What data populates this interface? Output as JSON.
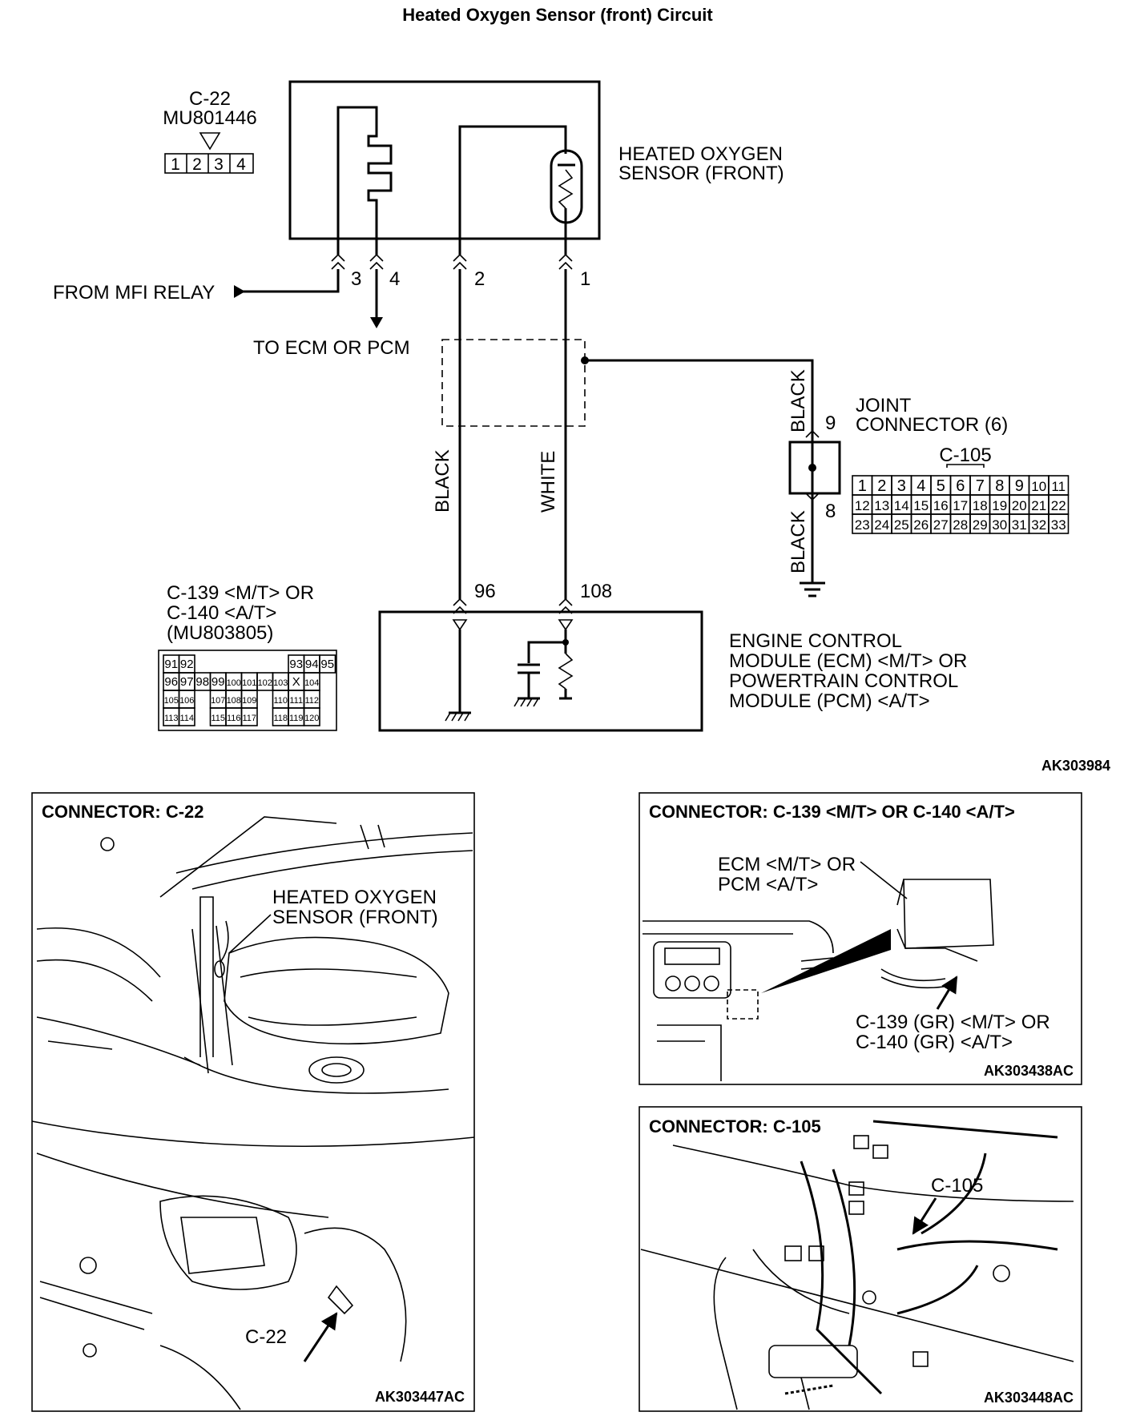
{
  "title": "Heated Oxygen Sensor (front) Circuit",
  "figure_code": "AK303984",
  "connector_c22": {
    "label": "C-22",
    "part_number": "MU801446",
    "pins": [
      "1",
      "2",
      "3",
      "4"
    ]
  },
  "sensor": {
    "label_line1": "HEATED OXYGEN",
    "label_line2": "SENSOR (FRONT)"
  },
  "sensor_pins": {
    "p3": "3",
    "p4": "4",
    "p2": "2",
    "p1": "1"
  },
  "from_mfi_relay": "FROM MFI RELAY",
  "to_ecm_pcm": "TO ECM OR PCM",
  "wire_colors": {
    "black_left": "BLACK",
    "white": "WHITE",
    "black_top": "BLACK",
    "black_bottom": "BLACK"
  },
  "joint_connector": {
    "label_line1": "JOINT",
    "label_line2": "CONNECTOR (6)",
    "id": "C-105",
    "pin_upper": "9",
    "pin_lower": "8",
    "rows": [
      [
        "1",
        "2",
        "3",
        "4",
        "5",
        "6",
        "7",
        "8",
        "9",
        "10",
        "11"
      ],
      [
        "12",
        "13",
        "14",
        "15",
        "16",
        "17",
        "18",
        "19",
        "20",
        "21",
        "22"
      ],
      [
        "23",
        "24",
        "25",
        "26",
        "27",
        "28",
        "29",
        "30",
        "31",
        "32",
        "33"
      ]
    ]
  },
  "ecm_connector": {
    "line1": "C-139 <M/T> OR",
    "line2": "C-140 <A/T>",
    "line3": "(MU803805)",
    "rows": [
      [
        "91",
        "92",
        "",
        "",
        "",
        "",
        "",
        "",
        "93",
        "94",
        "95"
      ],
      [
        "96",
        "97",
        "98",
        "99",
        "100",
        "101",
        "102",
        "103",
        "X",
        "104"
      ],
      [
        "105",
        "106",
        "",
        "107",
        "108",
        "109",
        "",
        "110",
        "111",
        "112"
      ],
      [
        "113",
        "114",
        "",
        "115",
        "116",
        "117",
        "",
        "118",
        "119",
        "120"
      ]
    ]
  },
  "ecm_pins": {
    "p96": "96",
    "p108": "108"
  },
  "ecm": {
    "line1": "ENGINE CONTROL",
    "line2": "MODULE (ECM) <M/T> OR",
    "line3": "POWERTRAIN CONTROL",
    "line4": "MODULE (PCM) <A/T>"
  },
  "panel_c22": {
    "title": "CONNECTOR: C-22",
    "callout_line1": "HEATED OXYGEN",
    "callout_line2": "SENSOR (FRONT)",
    "pointer_label": "C-22",
    "code": "AK303447AC"
  },
  "panel_c139": {
    "title": "CONNECTOR: C-139 <M/T> OR C-140 <A/T>",
    "module_line1": "ECM <M/T> OR",
    "module_line2": "PCM <A/T>",
    "connector_line1": "C-139 (GR) <M/T> OR",
    "connector_line2": "C-140 (GR) <A/T>",
    "code": "AK303438AC"
  },
  "panel_c105": {
    "title": "CONNECTOR: C-105",
    "pointer_label": "C-105",
    "code": "AK303448AC"
  }
}
